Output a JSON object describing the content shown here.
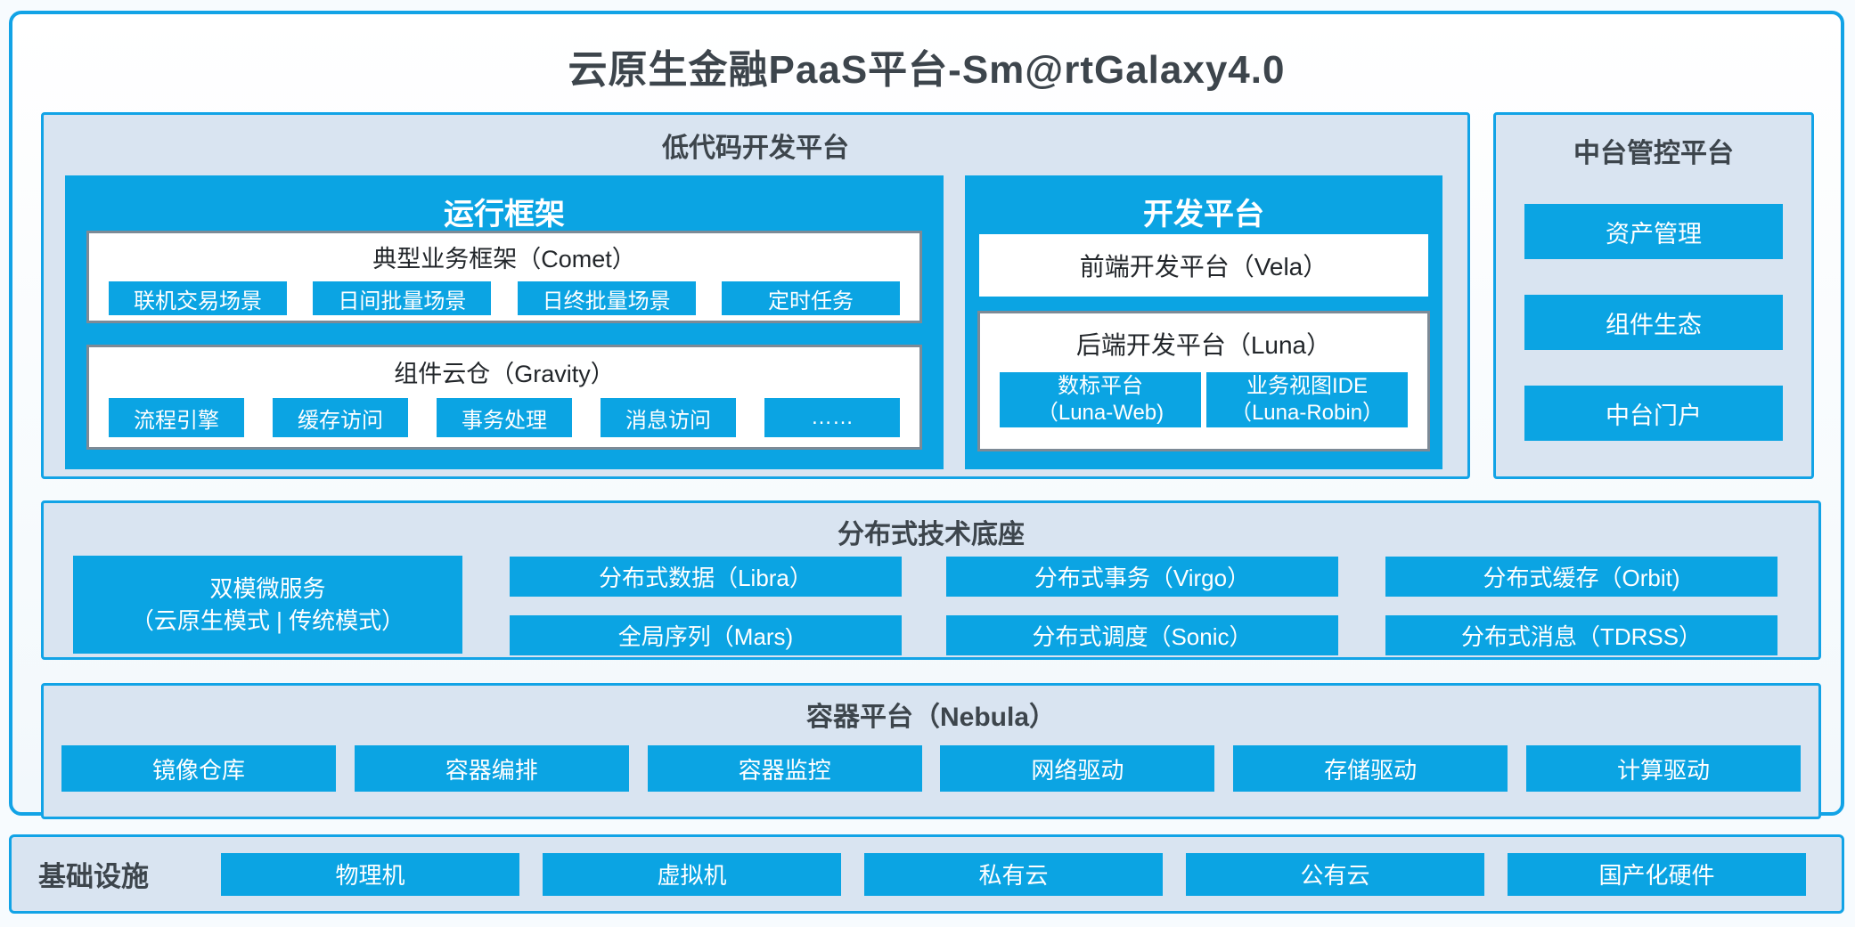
{
  "title": "云原生金融PaaS平台-Sm@rtGalaxy4.0",
  "colors": {
    "accent_blue": "#0ba4e3",
    "border_blue": "#12a3e6",
    "panel_bg": "#d9e4f1",
    "gray_border": "#7d8a96",
    "text_dark": "#3d454c"
  },
  "lowcode": {
    "title": "低代码开发平台",
    "runtime": {
      "title": "运行框架",
      "comet": {
        "title": "典型业务框架（Comet）",
        "items": [
          "联机交易场景",
          "日间批量场景",
          "日终批量场景",
          "定时任务"
        ]
      },
      "gravity": {
        "title": "组件云仓（Gravity）",
        "items": [
          "流程引擎",
          "缓存访问",
          "事务处理",
          "消息访问",
          "……"
        ]
      }
    },
    "dev": {
      "title": "开发平台",
      "vela": "前端开发平台（Vela）",
      "luna": {
        "title": "后端开发平台（Luna）",
        "items": [
          [
            "数标平台",
            "（Luna-Web)"
          ],
          [
            "业务视图IDE",
            "（Luna-Robin）"
          ]
        ]
      }
    }
  },
  "midplatform": {
    "title": "中台管控平台",
    "items": [
      "资产管理",
      "组件生态",
      "中台门户"
    ]
  },
  "distributed": {
    "title": "分布式技术底座",
    "dual": [
      "双模微服务",
      "（云原生模式 | 传统模式）"
    ],
    "grid": [
      "分布式数据（Libra）",
      "分布式事务（Virgo）",
      "分布式缓存（Orbit)",
      "全局序列（Mars)",
      "分布式调度（Sonic）",
      "分布式消息（TDRSS）"
    ]
  },
  "container_platform": {
    "title": "容器平台（Nebula）",
    "items": [
      "镜像仓库",
      "容器编排",
      "容器监控",
      "网络驱动",
      "存储驱动",
      "计算驱动"
    ]
  },
  "infrastructure": {
    "label": "基础设施",
    "items": [
      "物理机",
      "虚拟机",
      "私有云",
      "公有云",
      "国产化硬件"
    ]
  }
}
